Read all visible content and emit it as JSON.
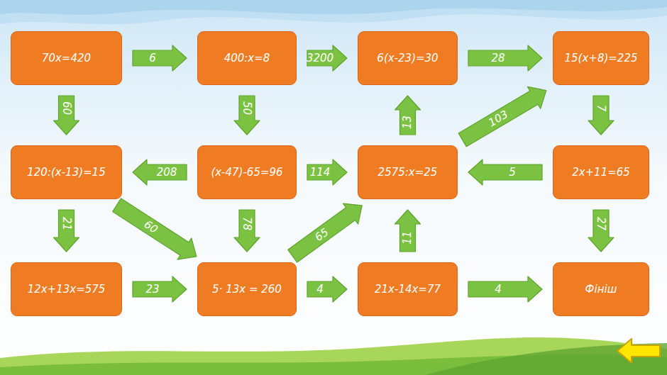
{
  "diagram": {
    "nodes": [
      {
        "text": [
          "70x=420"
        ]
      },
      {
        "text": [
          "400:x=8"
        ]
      },
      {
        "text": [
          "6(x-23)=30"
        ]
      },
      {
        "text": [
          "15(x+8)=225"
        ]
      },
      {
        "text": [
          "120:(x-13)=15"
        ]
      },
      {
        "text": [
          "(x-47)-65=96"
        ]
      },
      {
        "text": [
          "2575:x=25"
        ]
      },
      {
        "text": [
          "2x+11=65"
        ]
      },
      {
        "text": [
          "12x+13x=575"
        ]
      },
      {
        "text": [
          "5· 13x = 260"
        ]
      },
      {
        "text": [
          "21x-14x=77"
        ]
      },
      {
        "text": [
          "Фініш"
        ]
      }
    ],
    "edges": [
      {
        "from": 0,
        "to": 1,
        "arrow": "to",
        "label": "6"
      },
      {
        "from": 1,
        "to": 2,
        "arrow": "to",
        "label": "3200"
      },
      {
        "from": 2,
        "to": 3,
        "arrow": "to",
        "label": "28"
      },
      {
        "from": 0,
        "to": 4,
        "arrow": "to",
        "label": "60"
      },
      {
        "from": 1,
        "to": 5,
        "arrow": "to",
        "label": "50"
      },
      {
        "from": 6,
        "to": 2,
        "arrow": "to",
        "label": "13"
      },
      {
        "from": 6,
        "to": 3,
        "arrow": "to",
        "label": "103"
      },
      {
        "from": 3,
        "to": 7,
        "arrow": "to",
        "label": "7"
      },
      {
        "from": 5,
        "to": 4,
        "arrow": "to",
        "label": "208"
      },
      {
        "from": 5,
        "to": 6,
        "arrow": "to",
        "label": "114"
      },
      {
        "from": 7,
        "to": 6,
        "arrow": "to",
        "label": "5"
      },
      {
        "from": 4,
        "to": 8,
        "arrow": "to",
        "label": "21"
      },
      {
        "from": 4,
        "to": 9,
        "arrow": "to",
        "label": "60"
      },
      {
        "from": 5,
        "to": 9,
        "arrow": "to",
        "label": "78"
      },
      {
        "from": 9,
        "to": 6,
        "arrow": "to",
        "label": "65"
      },
      {
        "from": 10,
        "to": 6,
        "arrow": "to",
        "label": "11"
      },
      {
        "from": 7,
        "to": 11,
        "arrow": "to",
        "label": "27"
      },
      {
        "from": 8,
        "to": 9,
        "arrow": "to",
        "label": "23"
      },
      {
        "from": 9,
        "to": 10,
        "arrow": "to",
        "label": "4"
      },
      {
        "from": 10,
        "to": 11,
        "arrow": "to",
        "label": "4"
      }
    ]
  }
}
